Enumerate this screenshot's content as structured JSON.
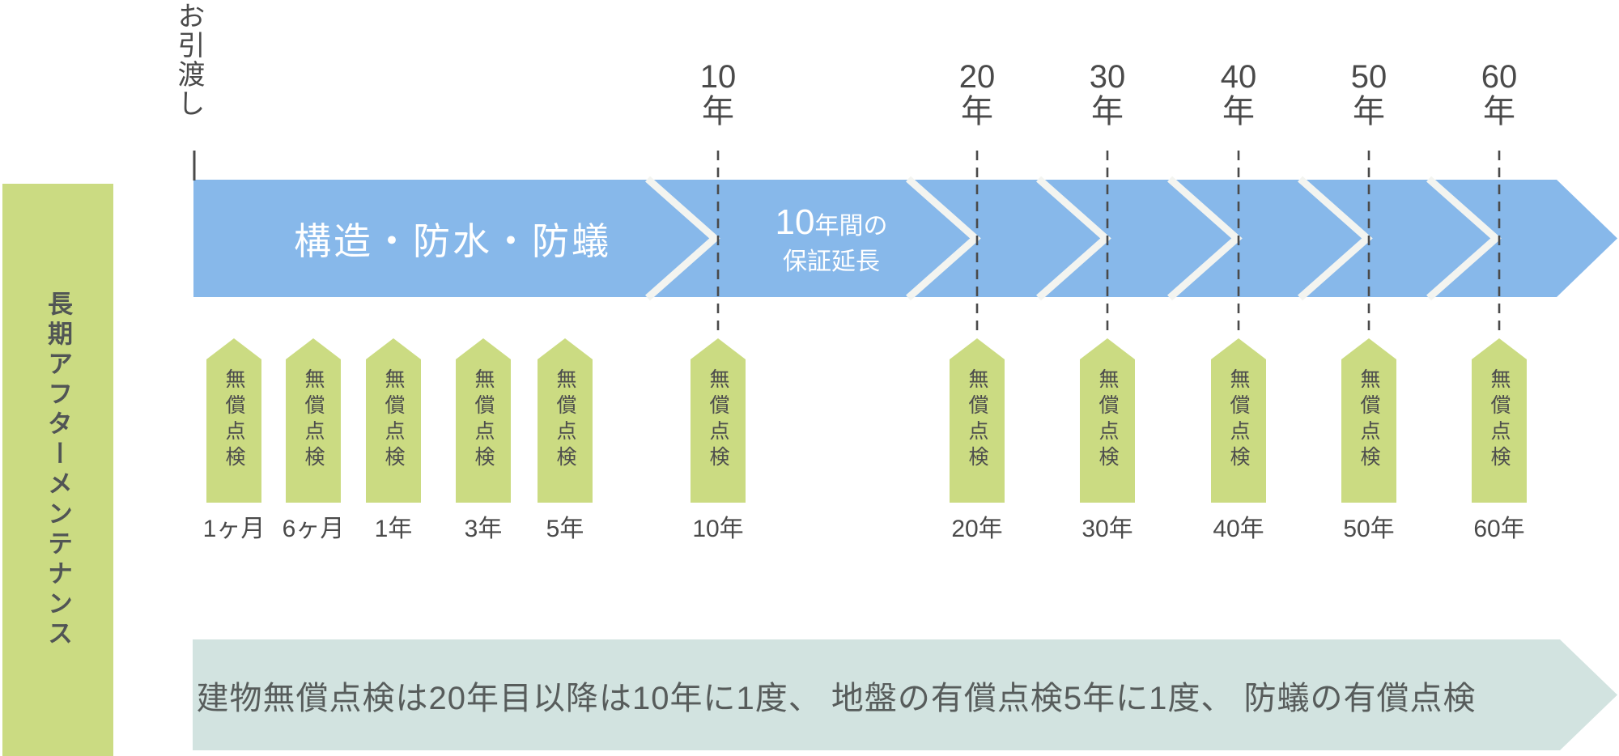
{
  "sidebar": {
    "label": "長期アフターメンテナンス"
  },
  "timeline": {
    "start_label": "お引渡し",
    "year_markers": [
      {
        "num": "10",
        "unit": "年"
      },
      {
        "num": "20",
        "unit": "年"
      },
      {
        "num": "30",
        "unit": "年"
      },
      {
        "num": "40",
        "unit": "年"
      },
      {
        "num": "50",
        "unit": "年"
      },
      {
        "num": "60",
        "unit": "年"
      }
    ],
    "warranty_band": {
      "phase1_label": "構造・防水・防蟻",
      "phase2_num": "10",
      "phase2_line1_rest": "年間の",
      "phase2_line2": "保証延長"
    },
    "inspections": [
      {
        "tag": "無償点検",
        "time": "1ヶ月"
      },
      {
        "tag": "無償点検",
        "time": "6ヶ月"
      },
      {
        "tag": "無償点検",
        "time": "1年"
      },
      {
        "tag": "無償点検",
        "time": "3年"
      },
      {
        "tag": "無償点検",
        "time": "5年"
      },
      {
        "tag": "無償点検",
        "time": "10年"
      },
      {
        "tag": "無償点検",
        "time": "20年"
      },
      {
        "tag": "無償点検",
        "time": "30年"
      },
      {
        "tag": "無償点検",
        "time": "40年"
      },
      {
        "tag": "無償点検",
        "time": "50年"
      },
      {
        "tag": "無償点検",
        "time": "60年"
      }
    ]
  },
  "footer_band": {
    "text": "建物無償点検は20年目以降は10年に1度、 地盤の有償点検5年に1度、 防蟻の有償点検"
  },
  "colors": {
    "band_blue": "#87b8ea",
    "tag_green": "#cbdb82",
    "footer_teal": "#d2e3e0",
    "chevron_white": "#f3f4f0",
    "dash_gray": "#4a4a4a"
  }
}
